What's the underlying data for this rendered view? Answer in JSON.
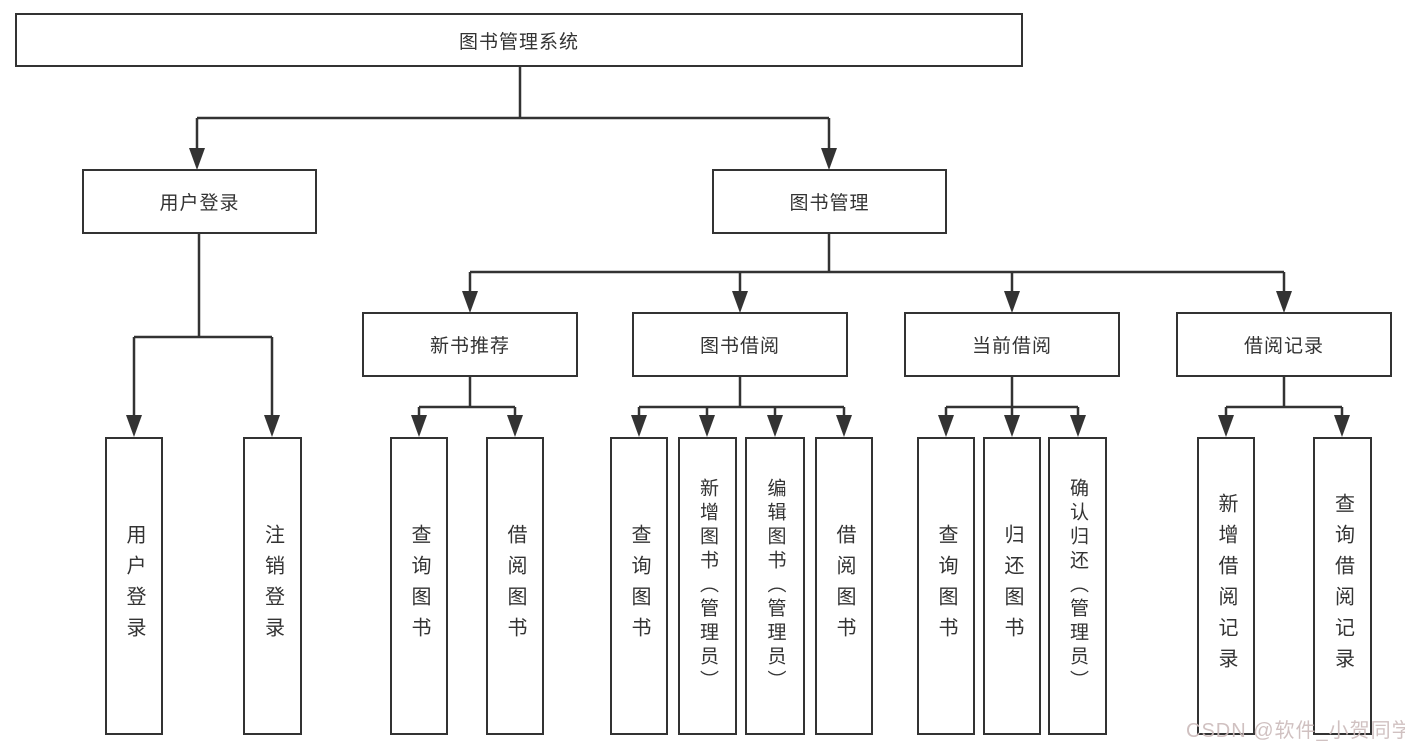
{
  "tree": {
    "root": "图书管理系统",
    "children": [
      {
        "label": "用户登录",
        "children": [
          "用户登录",
          "注销登录"
        ]
      },
      {
        "label": "图书管理",
        "children": [
          {
            "label": "新书推荐",
            "children": [
              "查询图书",
              "借阅图书"
            ]
          },
          {
            "label": "图书借阅",
            "children": [
              "查询图书",
              "新增图书（管理员）",
              "编辑图书（管理员）",
              "借阅图书"
            ]
          },
          {
            "label": "当前借阅",
            "children": [
              "查询图书",
              "归还图书",
              "确认归还（管理员）"
            ]
          },
          {
            "label": "借阅记录",
            "children": [
              "新增借阅记录",
              "查询借阅记录"
            ]
          }
        ]
      }
    ]
  },
  "watermark": {
    "text": "CSDN @软件_小贺同学"
  },
  "colors": {
    "line": "#333333",
    "box_border": "#333333",
    "text": "#333333",
    "background": "#ffffff",
    "watermark": "#ccbcbc"
  }
}
